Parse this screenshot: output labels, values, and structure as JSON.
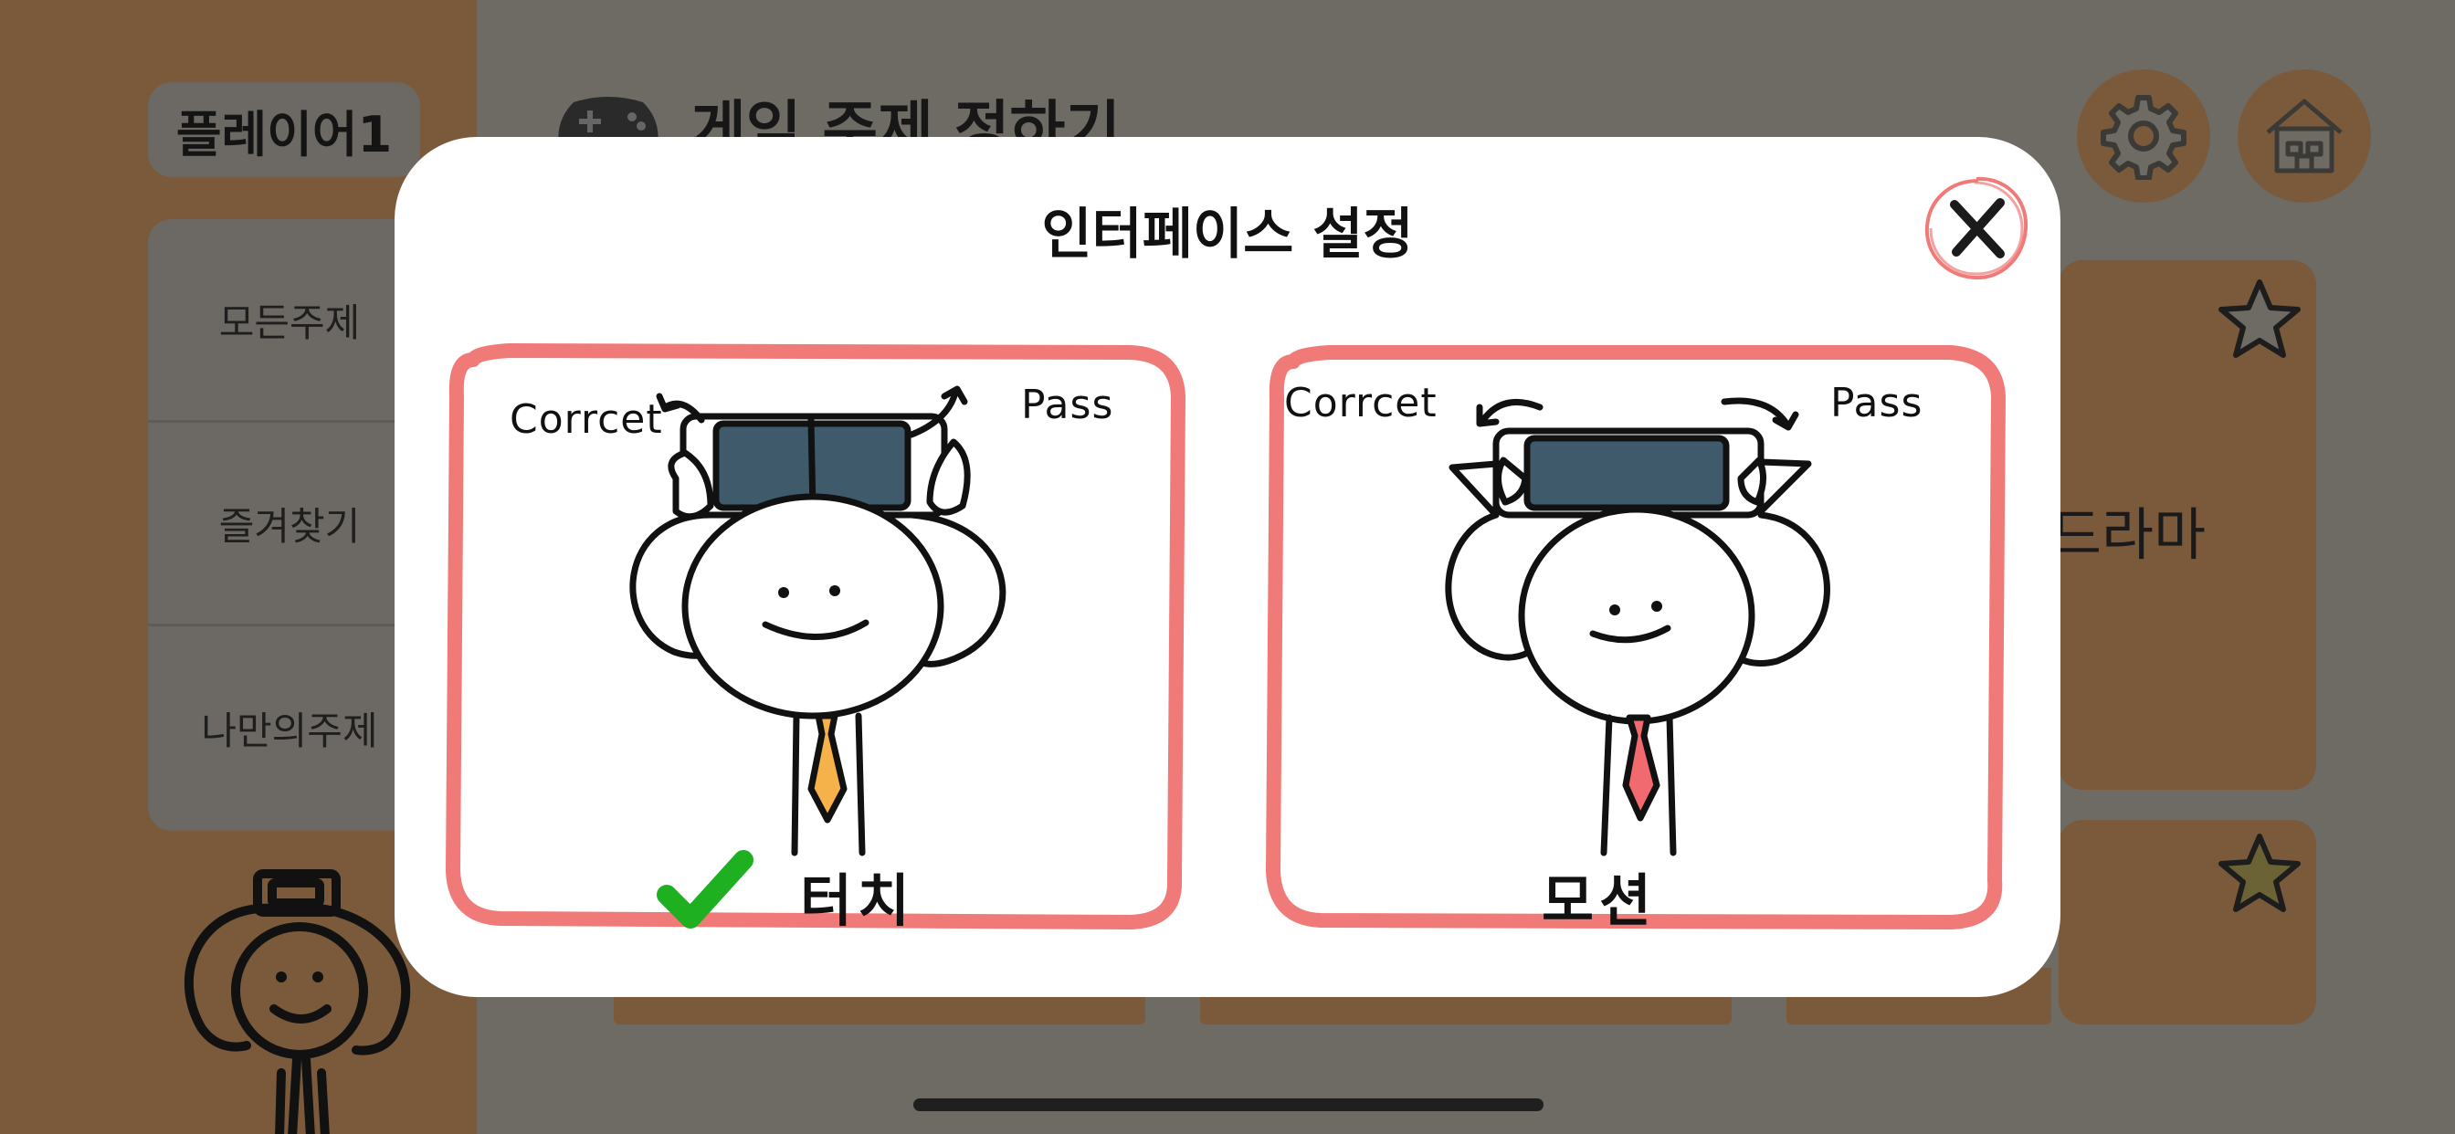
{
  "sidebar": {
    "player_label": "플레이어1",
    "menu": [
      {
        "label": "모든주제"
      },
      {
        "label": "즐겨찾기"
      },
      {
        "label": "나만의주제"
      }
    ]
  },
  "header": {
    "title": "게임 주제 정하기",
    "settings_icon": "gear-icon",
    "home_icon": "home-icon"
  },
  "cards": [
    {
      "label": "드라마",
      "favorite": false
    },
    {
      "label": "",
      "favorite": true
    }
  ],
  "modal": {
    "title": "인터페이스 설정",
    "close_icon": "close-icon",
    "options": [
      {
        "id": "touch",
        "label": "터치",
        "selected": true,
        "left_text": "Corrcet",
        "right_text": "Pass"
      },
      {
        "id": "motion",
        "label": "모션",
        "selected": false,
        "left_text": "Corrcet",
        "right_text": "Pass"
      }
    ]
  },
  "colors": {
    "accent_red": "#f07a78",
    "check_green": "#1fb021",
    "phone_screen": "#3f5b6b",
    "tie_orange": "#f5b14a",
    "tie_pink": "#f06a6f",
    "sidebar_brown": "#7b5a3c",
    "overlay_gray": "#6e6a64"
  }
}
